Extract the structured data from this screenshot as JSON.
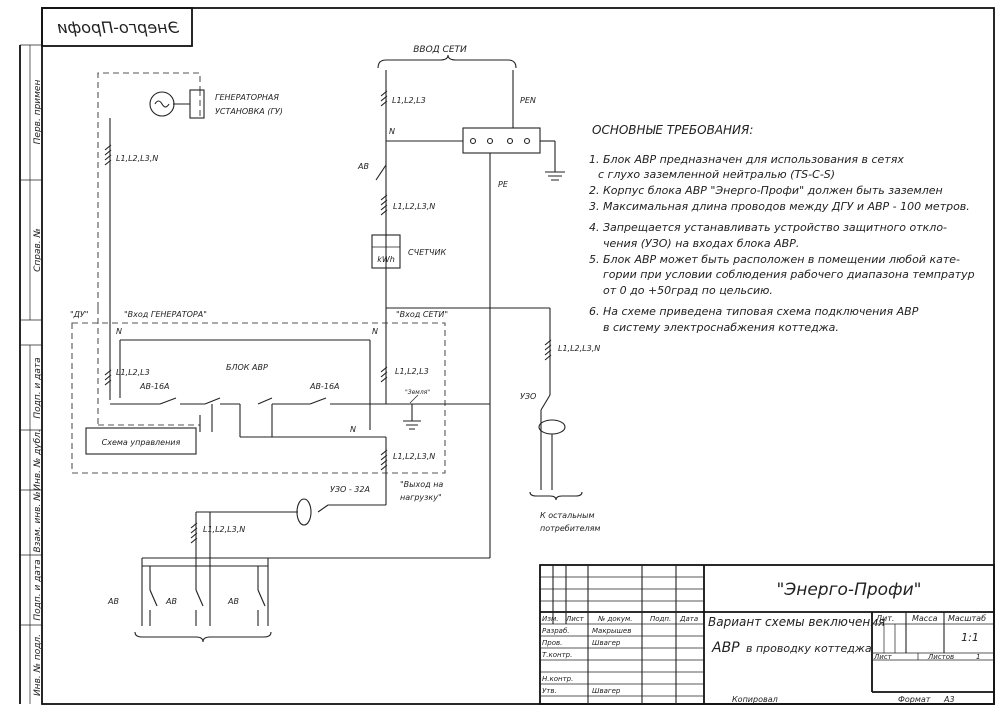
{
  "corner_stamp": "Энерго-Профи",
  "side_labels": [
    "Перв. примен",
    "Справ. №",
    "Подп. и дата",
    "Инв. № дубл.",
    "Взам. инв. №",
    "Подп. и дата",
    "Инв. № подл."
  ],
  "network_input": {
    "title": "ВВОД СЕТИ",
    "phases": "L1,L2,L3",
    "n": "N",
    "pen": "PEN",
    "pe": "PE"
  },
  "generator": {
    "label_line1": "ГЕНЕРАТОРНАЯ",
    "label_line2": "УСТАНОВКА (ГУ)",
    "phases": "L1,L2,L3,N"
  },
  "meter": {
    "breaker": "АВ",
    "phases": "L1,L2,L3,N",
    "unit": "kWh",
    "label": "СЧЕТЧИК"
  },
  "avr_block": {
    "du": "\"ДУ\"",
    "input_gen": "\"Вход ГЕНЕРАТОРА\"",
    "input_net": "\"Вход СЕТИ\"",
    "n_left": "N",
    "n_right": "N",
    "n_bottom": "N",
    "phases_left": "L1,L2,L3",
    "phases_right": "L1,L2,L3",
    "phases_out": "L1,L2,L3,N",
    "title": "БЛОК АВР",
    "breaker_left": "АВ-16А",
    "breaker_right": "АВ-16А",
    "ground": "\"Земля\"",
    "control": "Схема управления",
    "output_line1": "\"Выход на",
    "output_line2": "нагрузку\""
  },
  "rcd_main": {
    "label": "УЗО",
    "phases": "L1,L2,L3,N",
    "note_line1": "К остальным",
    "note_line2": "потребителям"
  },
  "rcd_load": {
    "label": "УЗО - 32А",
    "phases": "L1,L2,L3,N"
  },
  "load_breakers": [
    "АВ",
    "АВ",
    "АВ"
  ],
  "requirements": {
    "title": "ОСНОВНЫЕ ТРЕБОВАНИЯ:",
    "lines": [
      "1. Блок АВР предназначен для использования в сетях",
      "   с глухо заземленной нейтралью (TS-C-S)",
      "2. Корпус блока АВР \"Энерго-Профи\" должен быть заземлен",
      "3. Максимальная длина проводов между ДГУ и АВР - 100 метров.",
      "4. Запрещается устанавливать устройство защитного откло-",
      "   чения (УЗО) на входах блока АВР.",
      "5. Блок АВР может быть расположен в помещении любой кате-",
      "   гории при условии соблюдения рабочего диапазона темпратур",
      "   от 0 до +50град по цельсию.",
      "6. На схеме приведена типовая схема подключения АВР",
      "   в систему электроснабжения коттеджа."
    ]
  },
  "title_block": {
    "company": "\"Энерго-Профи\"",
    "title_line1": "Вариант схемы веключения",
    "title_big": "АВР",
    "title_rest": "в проводку коттеджа",
    "col_izm": "Изм.",
    "col_list": "Лист",
    "col_doc": "№ докум.",
    "col_sign": "Подп.",
    "col_date": "Дата",
    "role_razrab": "Разраб.",
    "role_prov": "Пров.",
    "role_tkontr": "Т.контр.",
    "role_nkontr": "Н.контр.",
    "role_utv": "Утв.",
    "name_razrab": "Макрышев",
    "name_prov": "Швагер",
    "name_utv": "Швагер",
    "lit": "Лит.",
    "mass": "Масса",
    "scale": "Масштаб",
    "scale_value": "1:1",
    "sheet": "Лист",
    "sheets": "Листов",
    "sheets_value": "1",
    "copied": "Копировал",
    "format": "Формат",
    "format_value": "А3"
  }
}
